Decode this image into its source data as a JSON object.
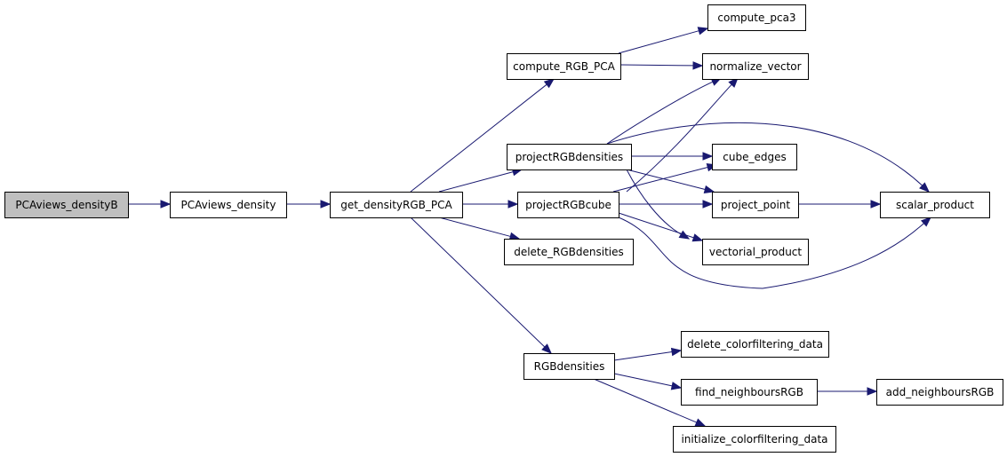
{
  "graph": {
    "colors": {
      "edge": "#191970",
      "node_border": "#000000",
      "node_fill": "#ffffff",
      "root_fill": "#bfbfbf"
    },
    "nodes": [
      {
        "id": "pcaviews_densityb",
        "label": "PCAviews_densityB",
        "root": true
      },
      {
        "id": "pcaviews_density",
        "label": "PCAviews_density"
      },
      {
        "id": "get_densityrgb_pca",
        "label": "get_densityRGB_PCA"
      },
      {
        "id": "compute_rgb_pca",
        "label": "compute_RGB_PCA"
      },
      {
        "id": "projectrgbdensities",
        "label": "projectRGBdensities"
      },
      {
        "id": "projectrgbcube",
        "label": "projectRGBcube"
      },
      {
        "id": "delete_rgbdensities",
        "label": "delete_RGBdensities"
      },
      {
        "id": "rgbdensities",
        "label": "RGBdensities"
      },
      {
        "id": "compute_pca3",
        "label": "compute_pca3"
      },
      {
        "id": "normalize_vector",
        "label": "normalize_vector"
      },
      {
        "id": "cube_edges",
        "label": "cube_edges"
      },
      {
        "id": "project_point",
        "label": "project_point"
      },
      {
        "id": "vectorial_product",
        "label": "vectorial_product"
      },
      {
        "id": "scalar_product",
        "label": "scalar_product"
      },
      {
        "id": "delete_colorfiltering_data",
        "label": "delete_colorfiltering_data"
      },
      {
        "id": "find_neighboursrgb",
        "label": "find_neighboursRGB"
      },
      {
        "id": "initialize_colorfiltering_data",
        "label": "initialize_colorfiltering_data"
      },
      {
        "id": "add_neighboursrgb",
        "label": "add_neighboursRGB"
      }
    ],
    "edges": [
      {
        "from": "pcaviews_densityb",
        "to": "pcaviews_density"
      },
      {
        "from": "pcaviews_density",
        "to": "get_densityrgb_pca"
      },
      {
        "from": "get_densityrgb_pca",
        "to": "compute_rgb_pca"
      },
      {
        "from": "get_densityrgb_pca",
        "to": "projectrgbdensities"
      },
      {
        "from": "get_densityrgb_pca",
        "to": "projectrgbcube"
      },
      {
        "from": "get_densityrgb_pca",
        "to": "delete_rgbdensities"
      },
      {
        "from": "get_densityrgb_pca",
        "to": "rgbdensities"
      },
      {
        "from": "compute_rgb_pca",
        "to": "compute_pca3"
      },
      {
        "from": "compute_rgb_pca",
        "to": "normalize_vector"
      },
      {
        "from": "projectrgbdensities",
        "to": "normalize_vector"
      },
      {
        "from": "projectrgbdensities",
        "to": "scalar_product"
      },
      {
        "from": "projectrgbdensities",
        "to": "cube_edges"
      },
      {
        "from": "projectrgbdensities",
        "to": "project_point"
      },
      {
        "from": "projectrgbdensities",
        "to": "vectorial_product"
      },
      {
        "from": "projectrgbcube",
        "to": "normalize_vector"
      },
      {
        "from": "projectrgbcube",
        "to": "cube_edges"
      },
      {
        "from": "projectrgbcube",
        "to": "project_point"
      },
      {
        "from": "projectrgbcube",
        "to": "vectorial_product"
      },
      {
        "from": "projectrgbcube",
        "to": "scalar_product"
      },
      {
        "from": "project_point",
        "to": "scalar_product"
      },
      {
        "from": "rgbdensities",
        "to": "delete_colorfiltering_data"
      },
      {
        "from": "rgbdensities",
        "to": "find_neighboursrgb"
      },
      {
        "from": "rgbdensities",
        "to": "initialize_colorfiltering_data"
      },
      {
        "from": "find_neighboursrgb",
        "to": "add_neighboursrgb"
      }
    ]
  }
}
